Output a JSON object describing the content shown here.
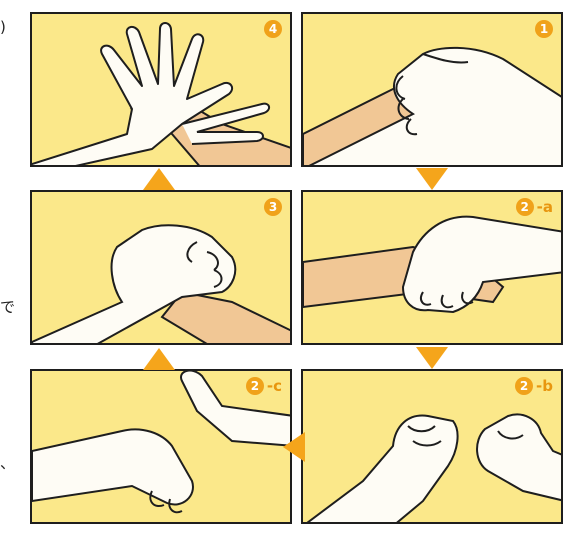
{
  "side_text": [
    ")",
    "で",
    "、"
  ],
  "panels": {
    "p4": {
      "num": "4"
    },
    "p1": {
      "num": "1"
    },
    "p3": {
      "num": "3"
    },
    "p2a": {
      "num": "2",
      "suffix": "-a"
    },
    "p2c": {
      "num": "2",
      "suffix": "-c"
    },
    "p2b": {
      "num": "2",
      "suffix": "-b"
    }
  },
  "colors": {
    "panel_bg": "#fbe88a",
    "badge": "#f0a21a",
    "arrow": "#f5a51b",
    "skin_light": "#fefcf5",
    "skin_tan": "#f1c795",
    "outline": "#1e1e1e"
  }
}
